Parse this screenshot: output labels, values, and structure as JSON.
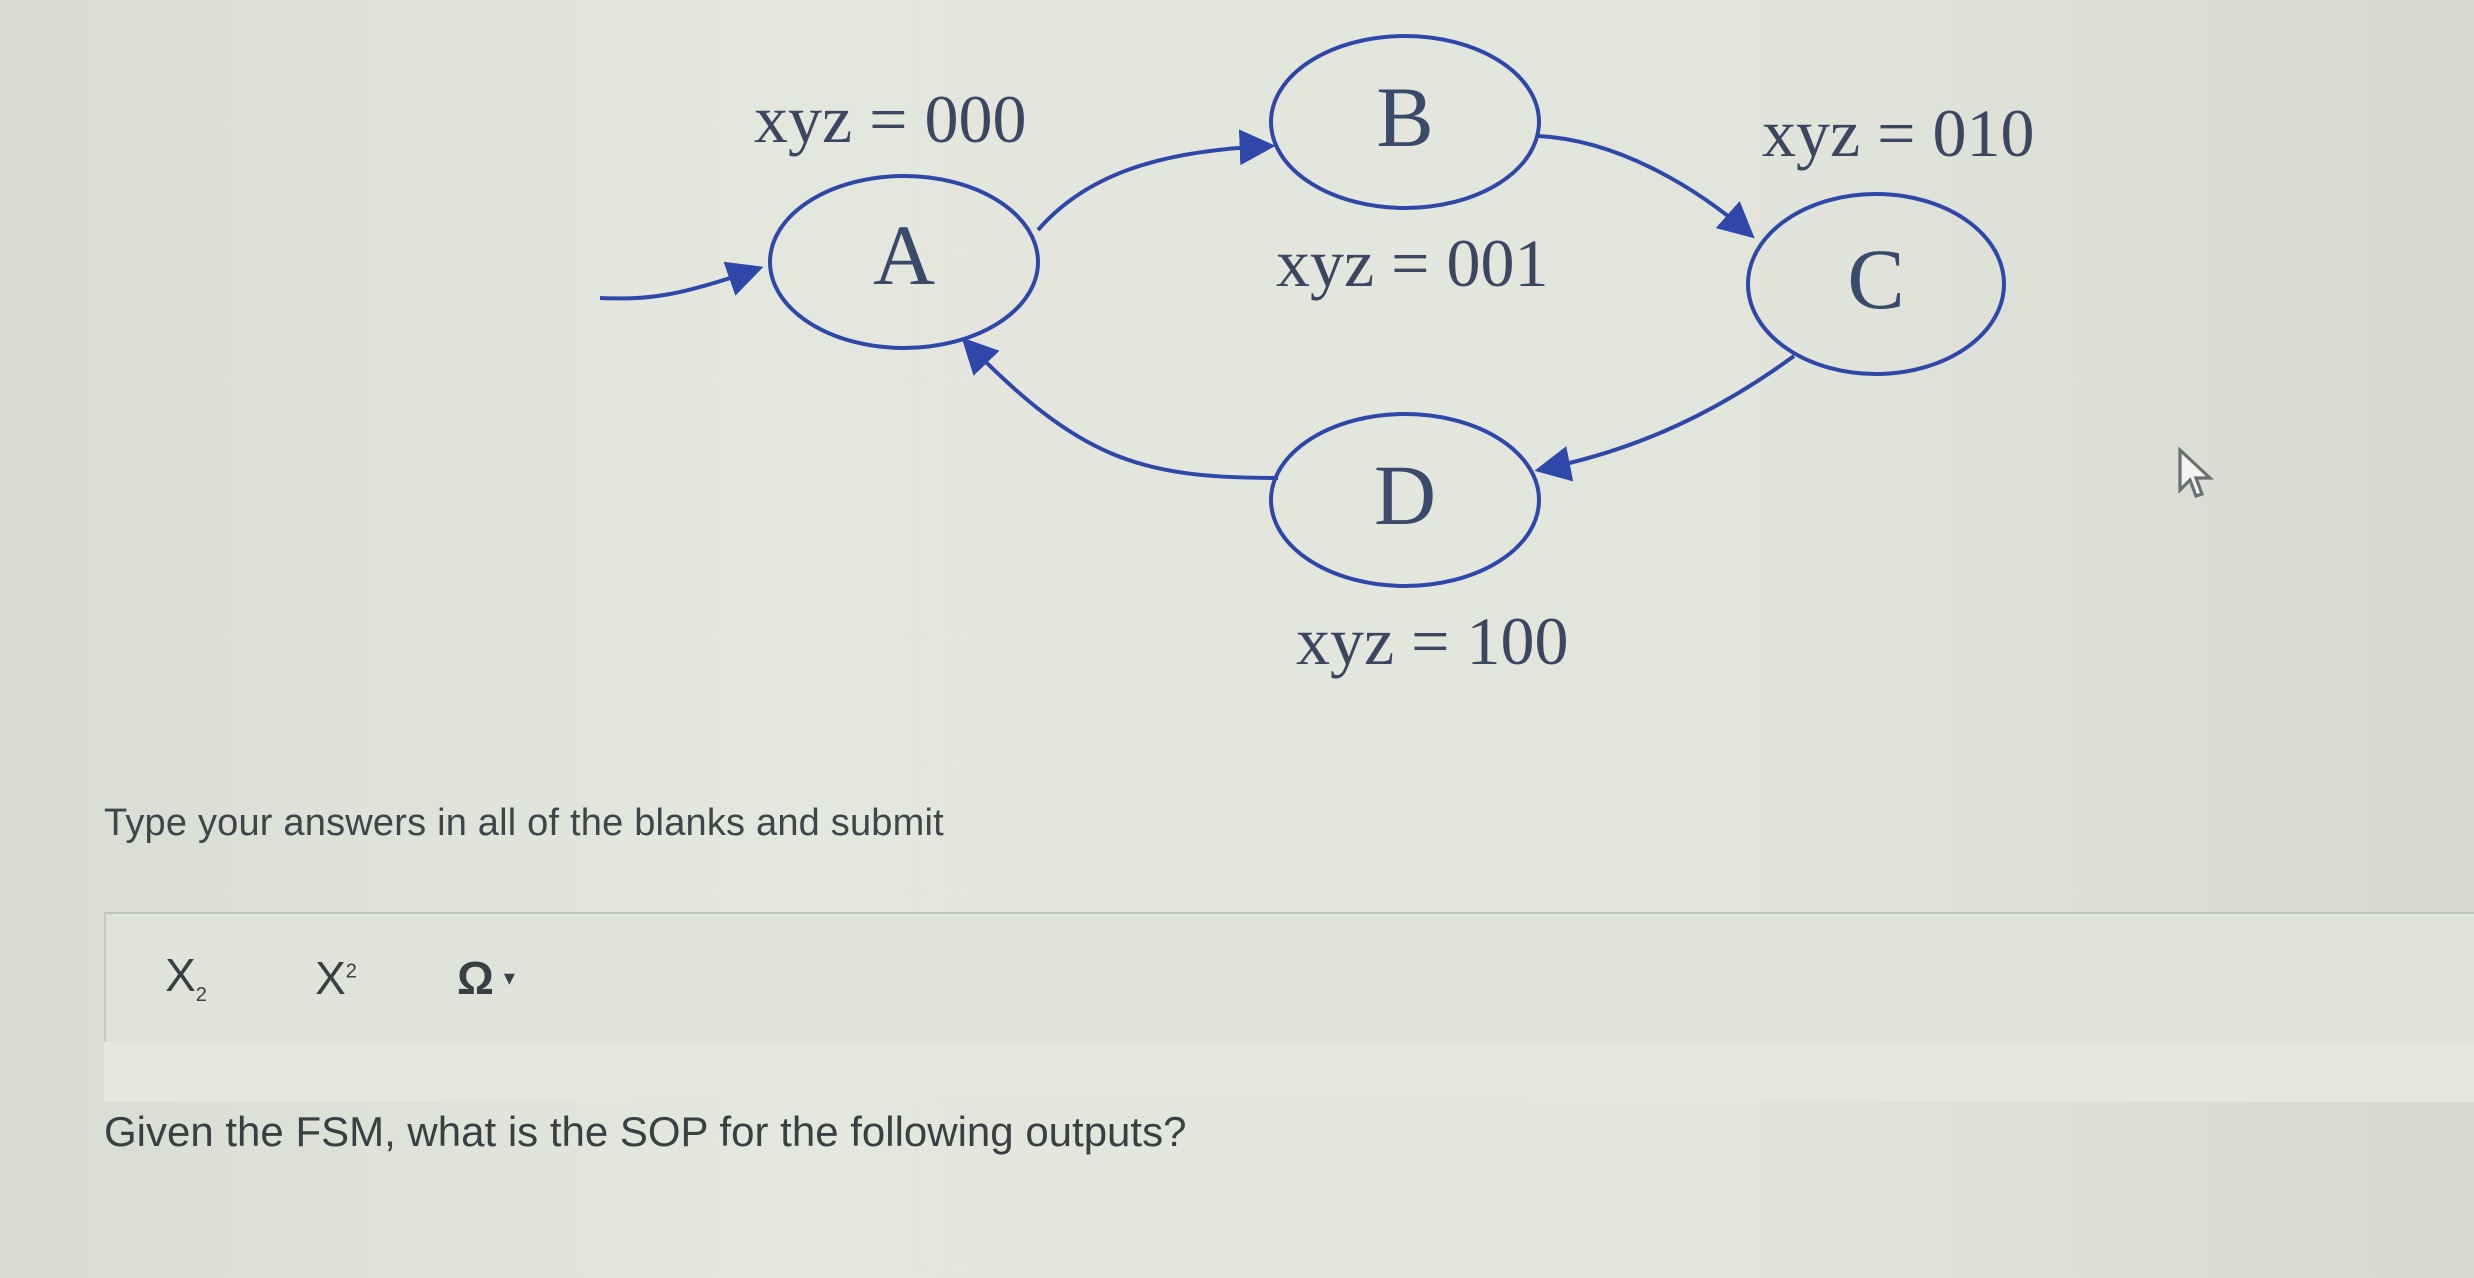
{
  "fsm": {
    "states": [
      {
        "id": "A",
        "label": "A",
        "output": "xyz = 000"
      },
      {
        "id": "B",
        "label": "B",
        "output": "xyz = 001"
      },
      {
        "id": "C",
        "label": "C",
        "output": "xyz = 010"
      },
      {
        "id": "D",
        "label": "D",
        "output": "xyz = 100"
      }
    ],
    "colors": {
      "stroke": "#2f47a8",
      "fill": "#e6e9e0"
    }
  },
  "instructions": "Type your answers in all of the blanks and submit",
  "toolbar": {
    "subscript_label": "X",
    "subscript_mark": "2",
    "superscript_label": "X",
    "superscript_mark": "2",
    "special_chars_label": "Ω",
    "special_chars_caret": "▾",
    "subscript_icon": "subscript-icon",
    "superscript_icon": "superscript-icon",
    "omega_icon": "omega-icon"
  },
  "question": "Given the FSM, what is the SOP for the following outputs?"
}
